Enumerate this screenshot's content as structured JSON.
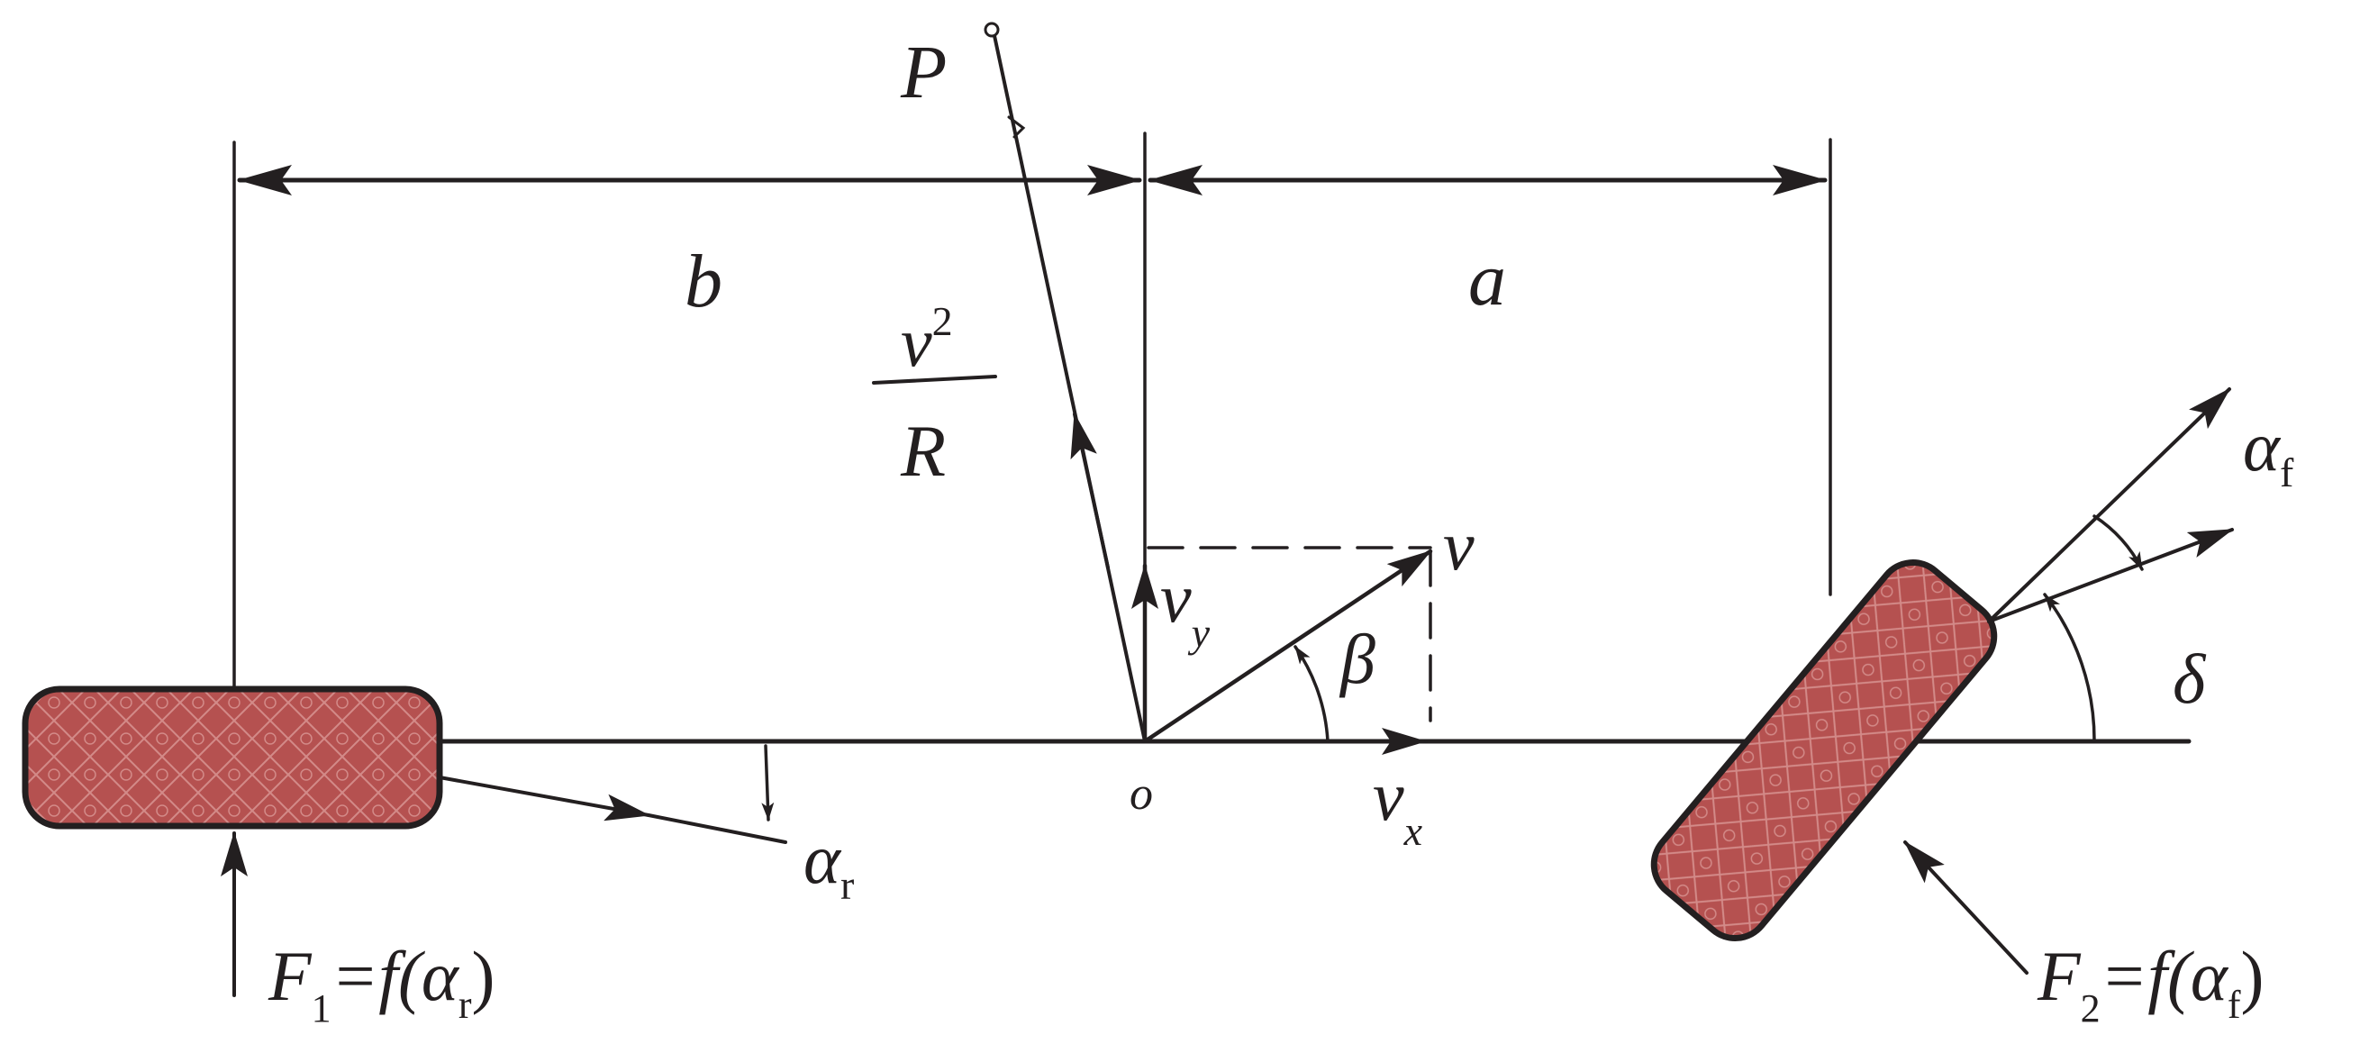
{
  "diagram": {
    "colors": {
      "ink": "#231f20",
      "tire_fill": "#b55150",
      "tire_pattern": "#d38a88"
    },
    "labels": {
      "P": "P",
      "b": "b",
      "a": "a",
      "v2_num_base": "v",
      "v2_num_exp": "2",
      "v2_den": "R",
      "v": "v",
      "vy_base": "v",
      "vy_sub": "y",
      "vx_base": "v",
      "vx_sub": "x",
      "beta": "β",
      "delta": "δ",
      "origin": "o",
      "alpha_f_base": "α",
      "alpha_f_sub": "f",
      "alpha_r_base": "α",
      "alpha_r_sub": "r",
      "F1_base": "F",
      "F1_sub": "1",
      "F1_rest": "=f(α",
      "F1_inner_sub": "r",
      "F1_close": ")",
      "F2_base": "F",
      "F2_sub": "2",
      "F2_rest": "=f(α",
      "F2_inner_sub": "f",
      "F2_close": ")"
    }
  }
}
